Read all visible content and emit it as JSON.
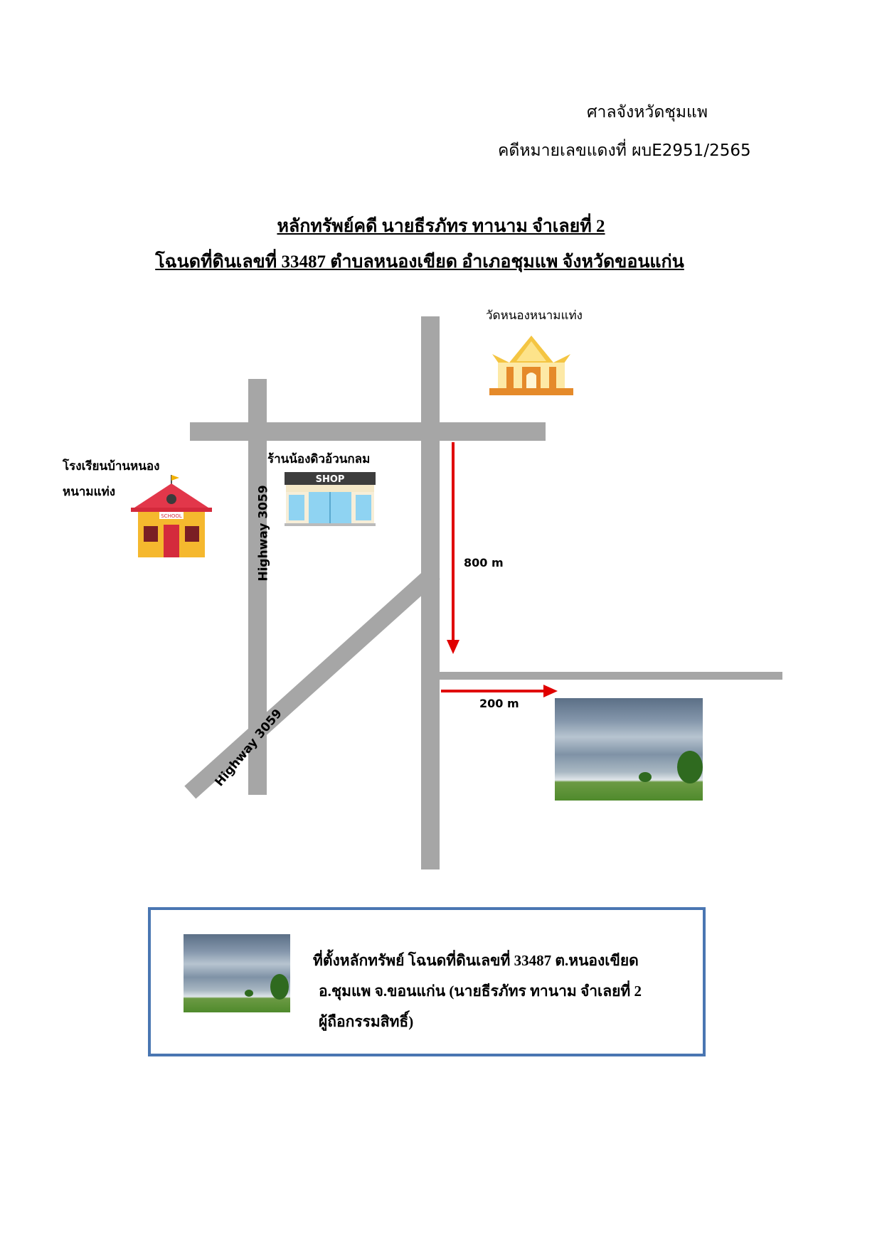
{
  "header": {
    "court": "ศาลจังหวัดชุมแพ",
    "case_number": "คดีหมายเลขแดงที่ ผบE2951/2565"
  },
  "titles": {
    "line1": "หลักทรัพย์คดี นายธีรภัทร ทานาม จำเลยที่ 2",
    "line2": "โฉนดที่ดินเลขที่ 33487 ตำบลหนองเขียด  อำเภอชุมแพ จังหวัดขอนแก่น"
  },
  "map": {
    "temple_label": "วัดหนองหนามแท่ง",
    "school_label_line1": "โรงเรียนบ้านหนอง",
    "school_label_line2": "หนามแท่ง",
    "school_sign": "SCHOOL",
    "shop_label": "ร้านน้องดิวอ้วนกลม",
    "shop_sign": "SHOP",
    "highway_vertical": "Highway 3059",
    "highway_diagonal": "Highway 3059",
    "distance_south": "800 m",
    "distance_east": "200 m",
    "arrow_color": "#e00000",
    "road_color": "#a6a6a6"
  },
  "info_box": {
    "line1": "ที่ตั้งหลักทรัพย์ โฉนดที่ดินเลขที่ 33487 ต.หนองเขียด",
    "line2": "อ.ชุมแพ  จ.ขอนแก่น  (นายธีรภัทร ทานาม จำเลยที่ 2",
    "line3": "ผู้ถือกรรมสิทธิ์)",
    "border_color": "#4a76b2"
  }
}
